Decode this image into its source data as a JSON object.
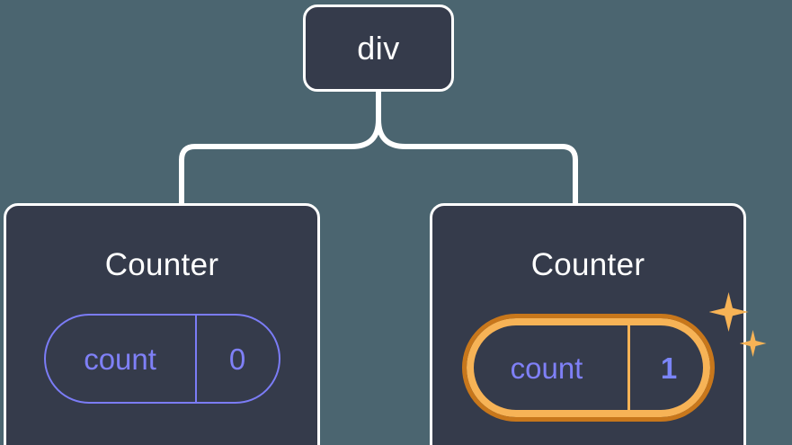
{
  "diagram": {
    "type": "component-tree",
    "background_color": "#4b6570",
    "node_fill": "#353b4b",
    "node_border": "#ffffff",
    "connector_color": "#ffffff",
    "accent_purple": "#7f80f7",
    "accent_orange_light": "#f7b356",
    "accent_orange_dark": "#c8771b"
  },
  "root": {
    "label": "div"
  },
  "children": [
    {
      "title": "Counter",
      "state": {
        "key": "count",
        "value": "0"
      },
      "highlighted": false
    },
    {
      "title": "Counter",
      "state": {
        "key": "count",
        "value": "1"
      },
      "highlighted": true,
      "sparkle_icons": [
        "sparkle-large",
        "sparkle-small"
      ]
    }
  ]
}
